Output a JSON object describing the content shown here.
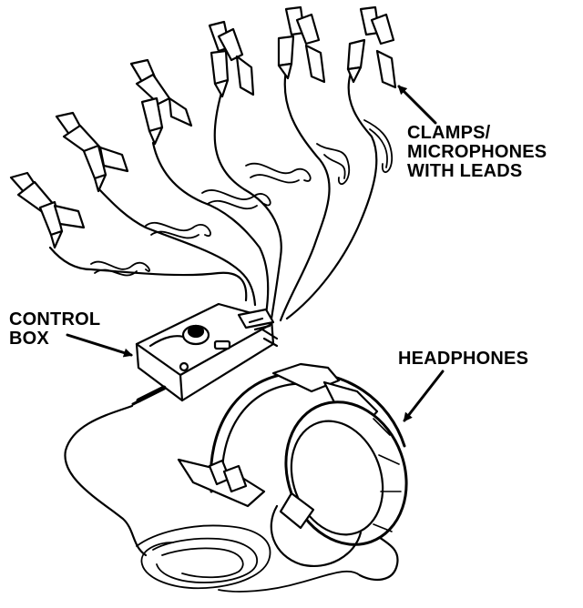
{
  "labels": {
    "clamps": {
      "line1": "CLAMPS/",
      "line2": "MICROPHONES",
      "line3": "WITH LEADS"
    },
    "control_box": {
      "line1": "CONTROL",
      "line2": "BOX"
    },
    "headphones": {
      "line1": "HEADPHONES"
    }
  },
  "colors": {
    "line": "#000000",
    "background": "#ffffff",
    "fill": "#ffffff"
  }
}
